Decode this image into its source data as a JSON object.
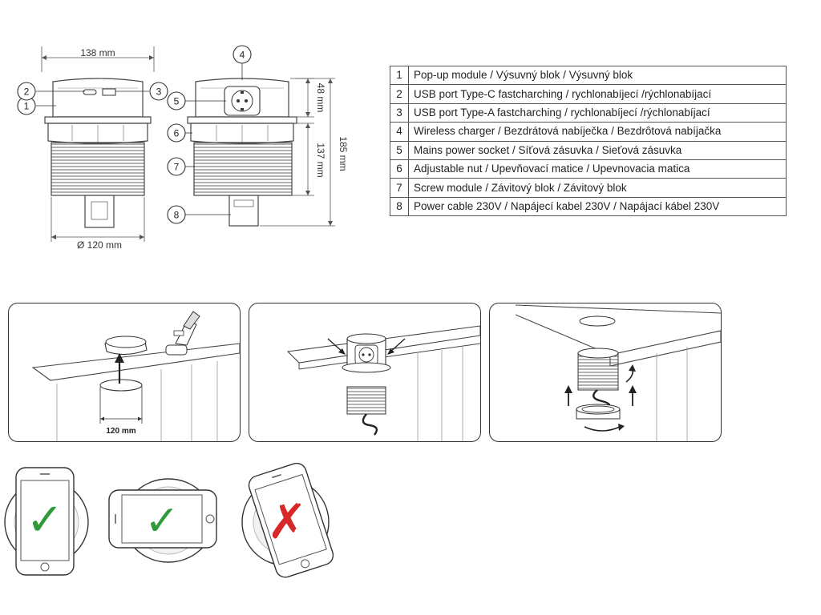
{
  "dimensions": {
    "width_label": "138 mm",
    "diameter_label": "Ø 120 mm",
    "top_height_label": "48 mm",
    "total_height_label": "185 mm",
    "body_height_label": "137 mm"
  },
  "callouts": [
    "1",
    "2",
    "3",
    "4",
    "5",
    "6",
    "7",
    "8"
  ],
  "parts": [
    {
      "num": "1",
      "desc": "Pop-up module / Výsuvný blok / Výsuvný blok"
    },
    {
      "num": "2",
      "desc": "USB port Type-C fastcharching / rychlonabíjecí /rýchlonabíjací"
    },
    {
      "num": "3",
      "desc": "USB port Type-A fastcharching / rychlonabíjecí /rýchlonabíjací"
    },
    {
      "num": "4",
      "desc": "Wireless charger / Bezdrátová nabíječka / Bezdrôtová nabíjačka"
    },
    {
      "num": "5",
      "desc": "Mains power socket / Síťová zásuvka / Sieťová zásuvka"
    },
    {
      "num": "6",
      "desc": "Adjustable nut / Upevňovací matice / Upevnovacia matica"
    },
    {
      "num": "7",
      "desc": "Screw module / Závitový blok / Závitový blok"
    },
    {
      "num": "8",
      "desc": "Power cable 230V / Napájecí kabel 230V / Napájací kábel 230V"
    }
  ],
  "installation": {
    "hole_label": "120 mm"
  },
  "phone_orientations": [
    {
      "position": "portrait",
      "result": "ok",
      "mark": "✓",
      "mark_color": "#2e9a3a"
    },
    {
      "position": "landscape",
      "result": "ok",
      "mark": "✓",
      "mark_color": "#2e9a3a"
    },
    {
      "position": "tilted",
      "result": "not-ok",
      "mark": "✗",
      "mark_color": "#d62828"
    }
  ]
}
